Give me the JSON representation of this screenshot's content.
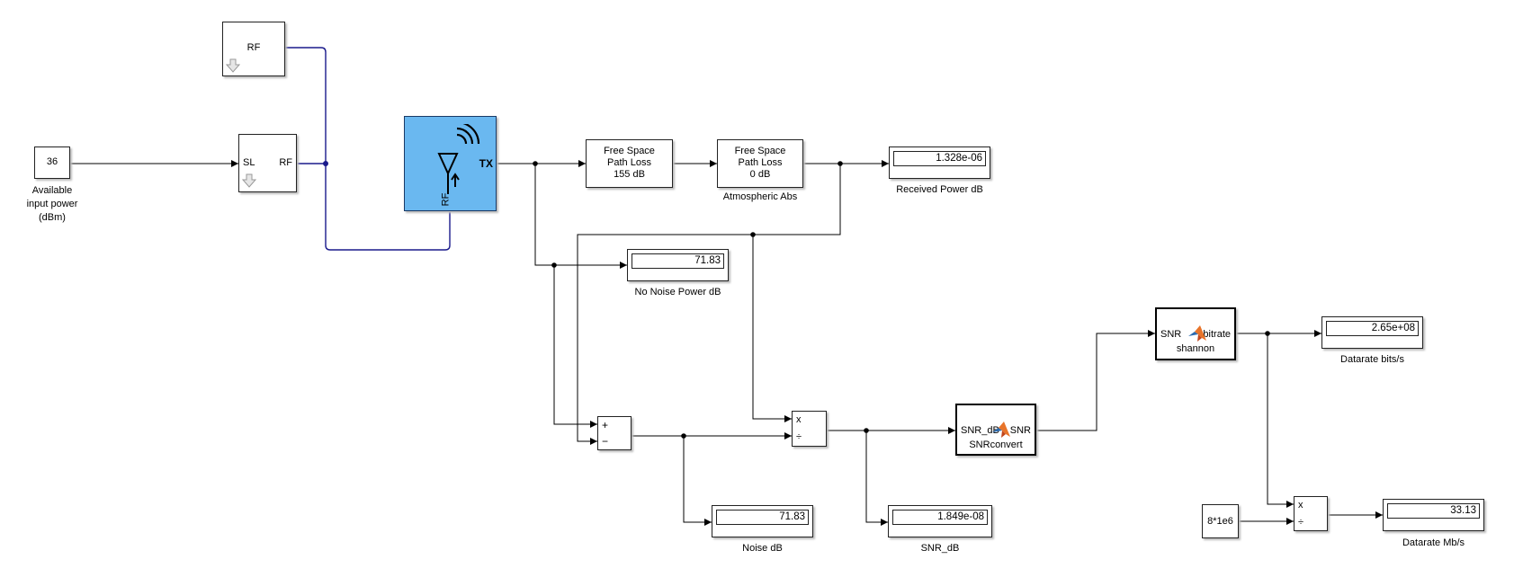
{
  "colors": {
    "rf_line": "#1a1a8c",
    "signal_line": "#000000",
    "antenna_fill": "#6ab8f0"
  },
  "blocks": {
    "input_const": {
      "value": "36",
      "label": "Available\ninput power\n(dBm)"
    },
    "rf_config": {
      "label": "RF",
      "icon": "rf-ground-arrow-icon"
    },
    "sl_rf": {
      "in_port": "SL",
      "out_port": "RF",
      "icon": "rf-ground-arrow-icon"
    },
    "antenna": {
      "port_tx": "TX",
      "port_rf": "RF",
      "icon": "antenna-icon"
    },
    "fspl_1": {
      "line1": "Free Space",
      "line2": "Path Loss",
      "line3": "155 dB"
    },
    "fspl_2": {
      "line1": "Free Space",
      "line2": "Path Loss",
      "line3": "0 dB",
      "label": "Atmospheric Abs"
    },
    "received_power": {
      "value": "1.328e-06",
      "label": "Received Power dB"
    },
    "no_noise_power": {
      "value": "71.83",
      "label": "No Noise Power dB"
    },
    "sum": {
      "plus": "+",
      "minus": "−"
    },
    "noise": {
      "value": "71.83",
      "label": "Noise dB"
    },
    "divide_1": {
      "mul": "x",
      "div": "÷"
    },
    "snr_db": {
      "value": "1.849e-08",
      "label": "SNR_dB"
    },
    "snrconvert": {
      "in_port": "SNR_dB",
      "out_port": "SNR",
      "label": "SNRconvert",
      "icon": "matlab-logo-icon"
    },
    "shannon": {
      "in_port": "SNR",
      "out_port": "bitrate",
      "label": "shannon",
      "icon": "matlab-logo-icon"
    },
    "datarate_bits": {
      "value": "2.65e+08",
      "label": "Datarate bits/s"
    },
    "scale_const": {
      "value": "8*1e6"
    },
    "divide_2": {
      "mul": "x",
      "div": "÷"
    },
    "datarate_mb": {
      "value": "33.13",
      "label": "Datarate Mb/s"
    }
  }
}
